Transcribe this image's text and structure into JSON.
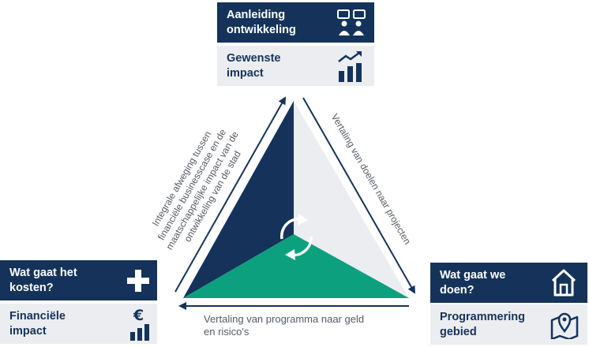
{
  "top": {
    "cause": "Aanleiding\nontwikkeling",
    "impact": "Gewenste\nimpact"
  },
  "left": {
    "cost": "Wat gaat het\nkosten?",
    "financial": "Financiële\nimpact"
  },
  "right": {
    "do": "Wat gaat we\ndoen?",
    "program": "Programmering\ngebied"
  },
  "edges": {
    "left_line1": "Integrale afweging tussen",
    "left_line2": "financiële businesscase en de",
    "left_line3": "maatschappelijke impact van de",
    "left_line4": "ontwikkeling van de stad",
    "right": "Vertaling van doelen naar projecten",
    "bottom_line1": "Vertaling van programma naar geld",
    "bottom_line2": "en risico's"
  },
  "colors": {
    "navy": "#15335a",
    "green": "#0ca07e",
    "light_gray": "#ebedf0"
  },
  "icons": {
    "cause": "people-conversation-icon",
    "impact": "growth-chart-icon",
    "cost": "plus-icon",
    "financial": "euro-bar-chart-icon",
    "do": "house-icon",
    "program": "map-pin-icon",
    "center": "cycle-arrows-icon"
  }
}
